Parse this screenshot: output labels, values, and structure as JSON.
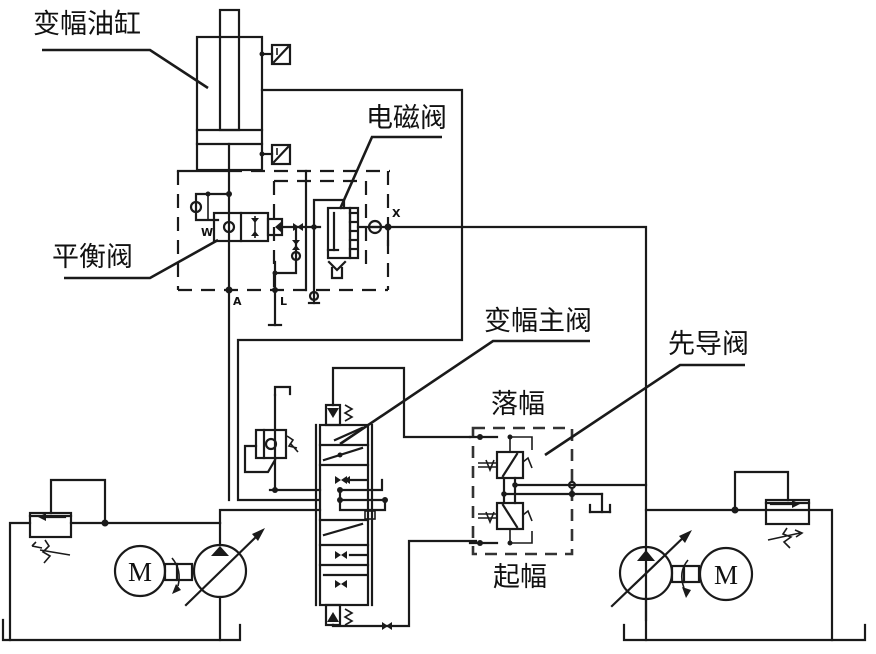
{
  "title": "变幅液压系统原理图",
  "labels": {
    "cylinder": "变幅油缸",
    "solenoid_valve": "电磁阀",
    "balance_valve": "平衡阀",
    "main_valve": "变幅主阀",
    "pilot_valve": "先导阀",
    "lower_boom": "落幅",
    "raise_boom": "起幅"
  },
  "motor_left": "M",
  "motor_right": "M",
  "ports": {
    "A": "A",
    "L": "L",
    "W": "W",
    "X": "X"
  },
  "colors": {
    "line": "#1a1a1a",
    "background": "#ffffff"
  }
}
